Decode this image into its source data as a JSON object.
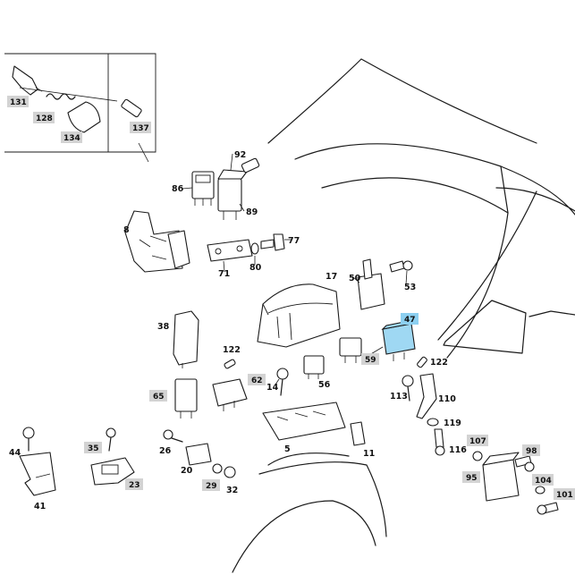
{
  "labels": {
    "l8": "8",
    "l86": "86",
    "l92": "92",
    "l89": "89",
    "l77": "77",
    "l71": "71",
    "l80": "80",
    "l17": "17",
    "l50": "50",
    "l53": "53",
    "l38": "38",
    "l122a": "122",
    "l14": "14",
    "l56": "56",
    "l113": "113",
    "l110": "110",
    "l122b": "122",
    "l119": "119",
    "l26": "26",
    "l5": "5",
    "l11": "11",
    "l116": "116",
    "l44": "44",
    "l20": "20",
    "l32": "32",
    "l41": "41"
  },
  "badges": {
    "b131": "131",
    "b128": "128",
    "b134": "134",
    "b137": "137",
    "b62": "62",
    "b65": "65",
    "b59": "59",
    "b47": "47",
    "b35": "35",
    "b23": "23",
    "b29": "29",
    "b107": "107",
    "b98": "98",
    "b95": "95",
    "b104": "104",
    "b101": "101"
  },
  "colors": {
    "highlight": "#9fd8f3",
    "badge": "#d3d3d3",
    "line": "#1a1a1a"
  }
}
